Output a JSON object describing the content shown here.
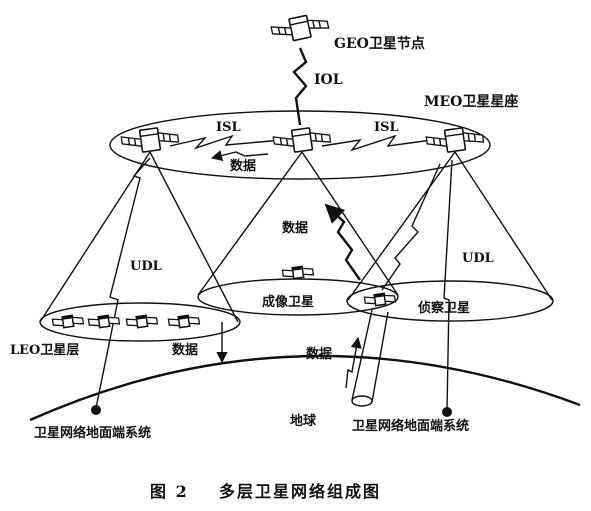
{
  "labels": {
    "geo_node": "GEO卫星节点",
    "iol": "IOL",
    "meo_constellation": "MEO卫星星座",
    "isl_left": "ISL",
    "isl_right": "ISL",
    "data_meo": "数据",
    "data_mid": "数据",
    "udl_left": "UDL",
    "udl_right": "UDL",
    "imaging_sat": "成像卫星",
    "recon_sat": "侦察卫星",
    "leo_layer": "LEO卫星层",
    "data_leo": "数据",
    "data_ground": "数据",
    "earth": "地球",
    "ground_left": "卫星网络地面端系统",
    "ground_right": "卫星网络地面端系统"
  },
  "caption": "图 2    多层卫星网络组成图",
  "colors": {
    "ink": "#111111",
    "background": "#ffffff"
  },
  "icons": {
    "satellite": "satellite-icon",
    "arrow": "arrow-icon",
    "ground_station": "ground-station-icon",
    "beam_cylinder": "beam-cylinder-icon"
  }
}
